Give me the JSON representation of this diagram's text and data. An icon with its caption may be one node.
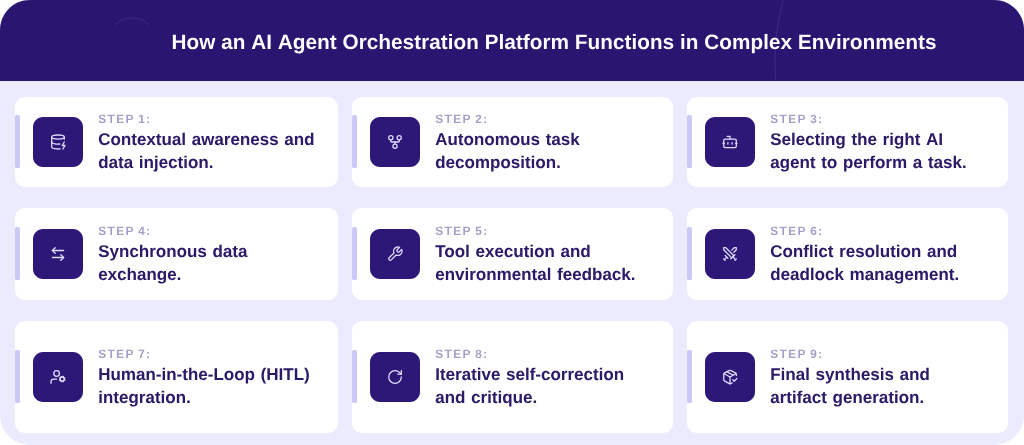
{
  "diagram": {
    "title": "How an AI Agent Orchestration Platform Functions in Complex Environments",
    "nodes": [
      {
        "text": [
          "STEP 1:",
          "Contextual awareness and data injection."
        ]
      },
      {
        "text": [
          "STEP 2:",
          "Autonomous task decomposition."
        ]
      },
      {
        "text": [
          "STEP 3:",
          "Selecting the right AI agent to perform a task."
        ]
      },
      {
        "text": [
          "STEP 4:",
          "Synchronous data exchange."
        ]
      },
      {
        "text": [
          "STEP 5:",
          "Tool execution and environmental feedback."
        ]
      },
      {
        "text": [
          "STEP 6:",
          "Conflict resolution and deadlock management."
        ]
      },
      {
        "text": [
          "STEP 7:",
          "Human-in-the-Loop (HITL) integration."
        ]
      },
      {
        "text": [
          "STEP 8:",
          "Iterative self-correction and critique."
        ]
      },
      {
        "text": [
          "STEP 9:",
          "Final synthesis and artifact generation."
        ]
      }
    ]
  }
}
